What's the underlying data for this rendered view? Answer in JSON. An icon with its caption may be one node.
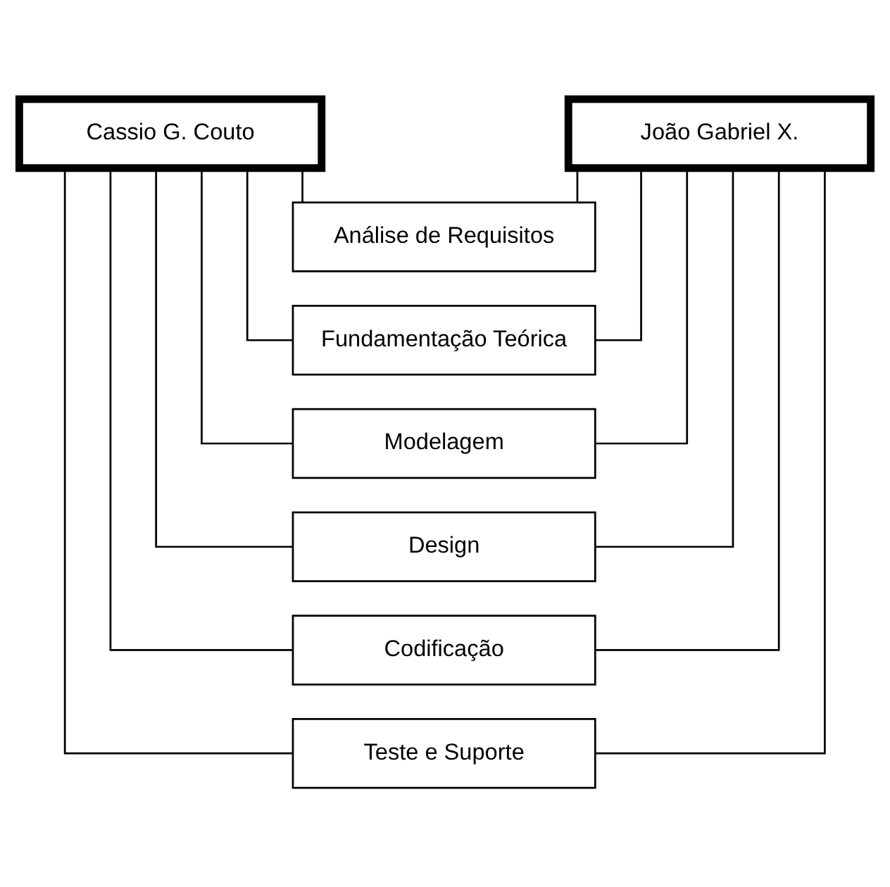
{
  "diagram": {
    "nodes": [
      {
        "text": [
          "Cassio G. Couto"
        ]
      },
      {
        "text": [
          "João Gabriel X."
        ]
      },
      {
        "text": [
          "Análise de Requisitos"
        ]
      },
      {
        "text": [
          "Fundamentação Teórica"
        ]
      },
      {
        "text": [
          "Modelagem"
        ]
      },
      {
        "text": [
          "Design"
        ]
      },
      {
        "text": [
          "Codificação"
        ]
      },
      {
        "text": [
          "Teste e Suporte"
        ]
      }
    ],
    "edges": [
      {
        "from": 0,
        "to": 2,
        "arrow": "none"
      },
      {
        "from": 0,
        "to": 3,
        "arrow": "none"
      },
      {
        "from": 0,
        "to": 4,
        "arrow": "none"
      },
      {
        "from": 0,
        "to": 5,
        "arrow": "none"
      },
      {
        "from": 0,
        "to": 6,
        "arrow": "none"
      },
      {
        "from": 0,
        "to": 7,
        "arrow": "none"
      },
      {
        "from": 1,
        "to": 2,
        "arrow": "none"
      },
      {
        "from": 1,
        "to": 3,
        "arrow": "none"
      },
      {
        "from": 1,
        "to": 4,
        "arrow": "none"
      },
      {
        "from": 1,
        "to": 5,
        "arrow": "none"
      },
      {
        "from": 1,
        "to": 6,
        "arrow": "none"
      },
      {
        "from": 1,
        "to": 7,
        "arrow": "none"
      }
    ]
  }
}
